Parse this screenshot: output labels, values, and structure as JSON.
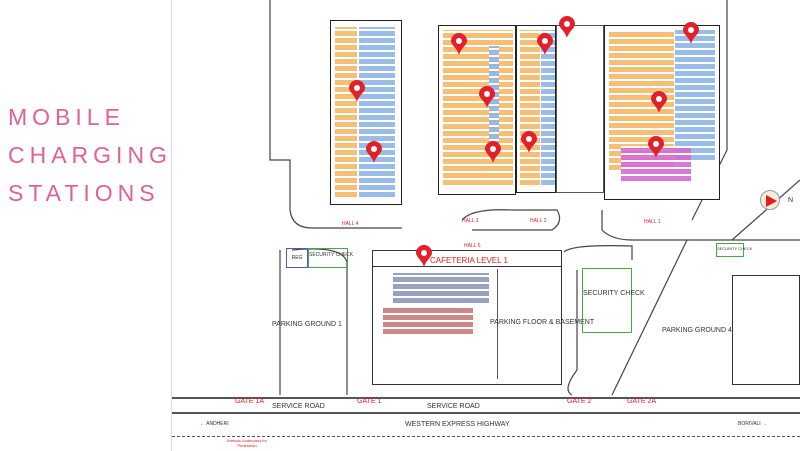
{
  "title": {
    "lines": [
      "MOBILE",
      "CHARGING",
      "STATIONS"
    ],
    "color": "#e0609a"
  },
  "map": {
    "halls": [
      "HALL 4",
      "HALL 3",
      "HALL 2",
      "HALL 1",
      "HALL 6"
    ],
    "cafeteria": "CAFETERIA LEVEL 1",
    "reg": "REG",
    "security_check_small": "SECURITY CHECK",
    "security_check_right": "SECURITY CHECK",
    "security_check_main": "SECURITY CHECK",
    "parking_ground_1": "PARKING GROUND 1",
    "parking_floor": "PARKING FLOOR & BASEMENT",
    "parking_ground_4": "PARKING GROUND 4",
    "gates": [
      "GATE 1A",
      "GATE 1",
      "GATE 2",
      "GATE 2A"
    ],
    "service_road": "SERVICE ROAD",
    "highway": "WESTERN EXPRESS HIGHWAY",
    "andheri": "ANDHERI",
    "borivali": "BORIVALI",
    "underpass": "Bmtsoa Underpass for Pedestrian",
    "north": "N",
    "pin_color": "#e3202a",
    "pin_count": 12
  }
}
